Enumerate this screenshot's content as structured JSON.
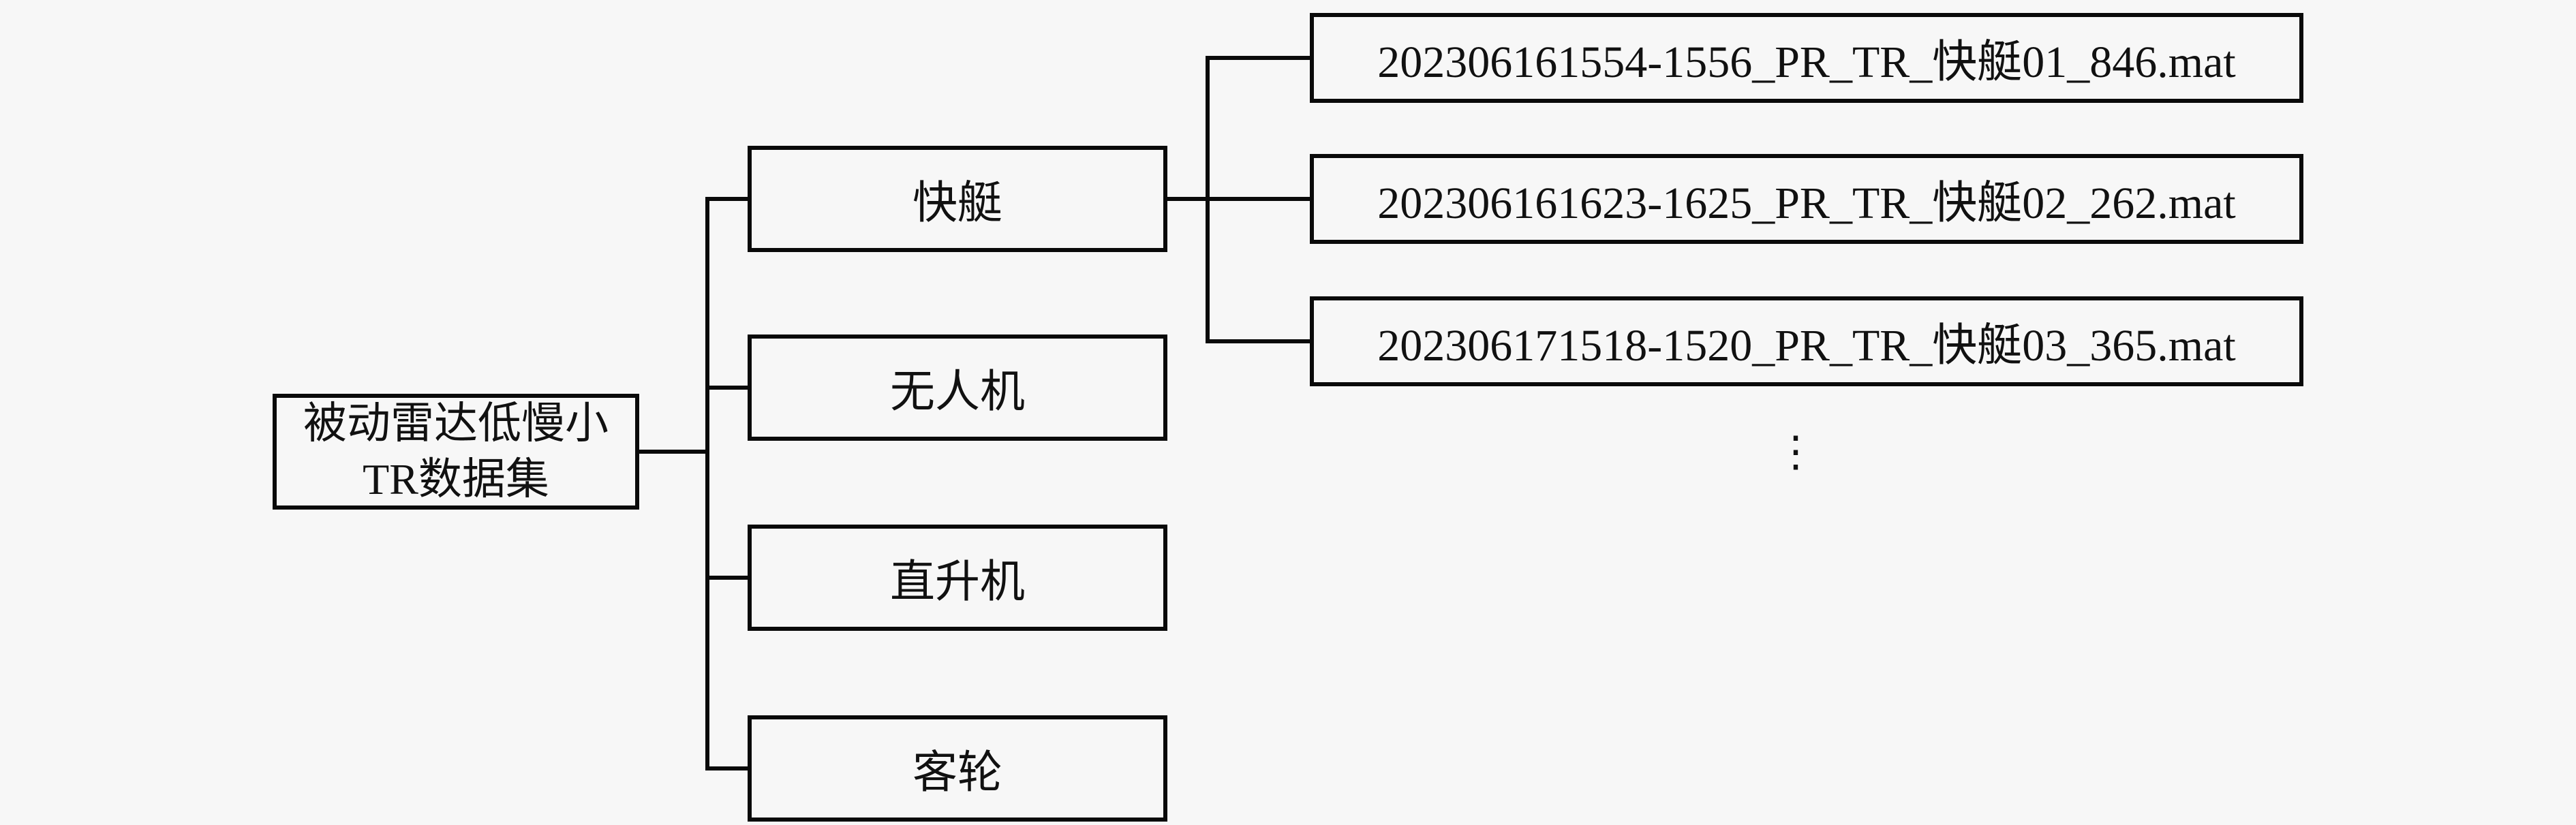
{
  "diagram": {
    "root": {
      "label": "被动雷达低慢小TR数据集",
      "line1": "被动雷达低慢小",
      "line2": "TR数据集"
    },
    "categories": [
      {
        "label": "快艇"
      },
      {
        "label": "无人机"
      },
      {
        "label": "直升机"
      },
      {
        "label": "客轮"
      }
    ],
    "files": [
      {
        "name": "202306161554-1556_PR_TR_快艇01_846.mat"
      },
      {
        "name": "202306161623-1625_PR_TR_快艇02_262.mat"
      },
      {
        "name": "202306171518-1520_PR_TR_快艇03_365.mat"
      }
    ],
    "files_parent": "快艇",
    "more_files_indicator": "⋮"
  },
  "colors": {
    "background": "#f7f7f7",
    "line": "#0a0a0a",
    "text": "#111111"
  }
}
